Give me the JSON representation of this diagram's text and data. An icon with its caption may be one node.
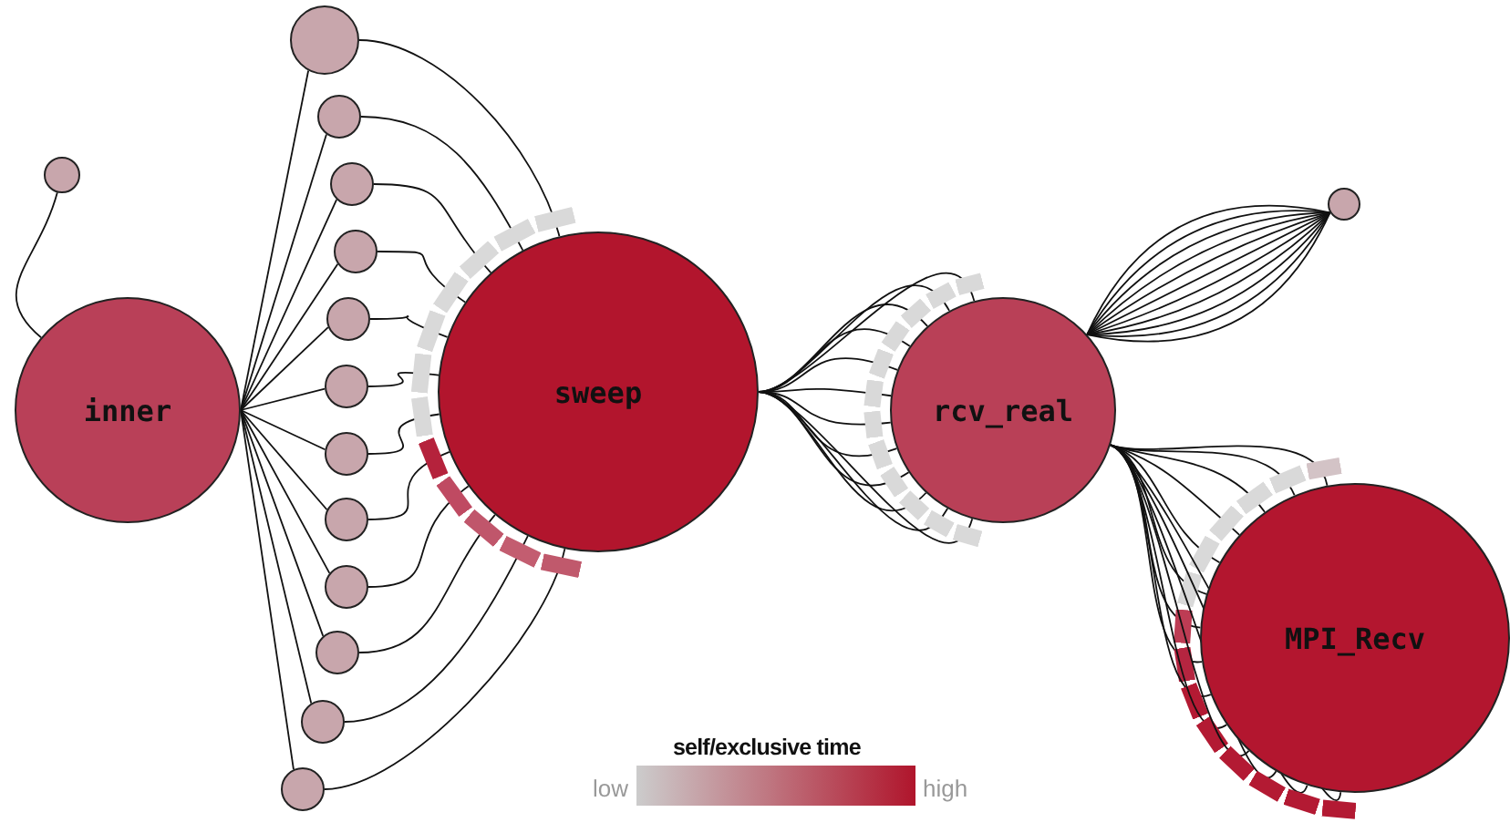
{
  "diagram": {
    "nodes": [
      {
        "text": [],
        "shape": "circle"
      },
      {
        "text": [
          "inner"
        ]
      },
      {
        "text": [],
        "shape": "circle"
      },
      {
        "text": [],
        "shape": "circle"
      },
      {
        "text": [],
        "shape": "circle"
      },
      {
        "text": [],
        "shape": "circle"
      },
      {
        "text": [],
        "shape": "circle"
      },
      {
        "text": [],
        "shape": "circle"
      },
      {
        "text": [],
        "shape": "circle"
      },
      {
        "text": [],
        "shape": "circle"
      },
      {
        "text": [],
        "shape": "circle"
      },
      {
        "text": [],
        "shape": "circle"
      },
      {
        "text": [],
        "shape": "circle"
      },
      {
        "text": [],
        "shape": "circle"
      },
      {
        "text": [
          "sweep"
        ]
      },
      {
        "text": [
          "rcv_real"
        ]
      },
      {
        "text": [],
        "shape": "circle"
      },
      {
        "text": [
          "MPI_Recv"
        ]
      }
    ],
    "edges": [
      {
        "from": 0,
        "to": 1,
        "arrow": "none"
      },
      {
        "from": 1,
        "to": 2,
        "arrow": "none"
      },
      {
        "from": 1,
        "to": 3,
        "arrow": "none"
      },
      {
        "from": 1,
        "to": 4,
        "arrow": "none"
      },
      {
        "from": 1,
        "to": 5,
        "arrow": "none"
      },
      {
        "from": 1,
        "to": 6,
        "arrow": "none"
      },
      {
        "from": 1,
        "to": 7,
        "arrow": "none"
      },
      {
        "from": 1,
        "to": 8,
        "arrow": "none"
      },
      {
        "from": 1,
        "to": 9,
        "arrow": "none"
      },
      {
        "from": 1,
        "to": 10,
        "arrow": "none"
      },
      {
        "from": 1,
        "to": 11,
        "arrow": "none"
      },
      {
        "from": 1,
        "to": 12,
        "arrow": "none"
      },
      {
        "from": 1,
        "to": 13,
        "arrow": "none"
      },
      {
        "from": 2,
        "to": 14,
        "arrow": "other"
      },
      {
        "from": 3,
        "to": 14,
        "arrow": "other"
      },
      {
        "from": 4,
        "to": 14,
        "arrow": "other"
      },
      {
        "from": 5,
        "to": 14,
        "arrow": "other"
      },
      {
        "from": 6,
        "to": 14,
        "arrow": "other"
      },
      {
        "from": 7,
        "to": 14,
        "arrow": "other"
      },
      {
        "from": 8,
        "to": 14,
        "arrow": "other"
      },
      {
        "from": 9,
        "to": 14,
        "arrow": "other"
      },
      {
        "from": 10,
        "to": 14,
        "arrow": "other"
      },
      {
        "from": 11,
        "to": 14,
        "arrow": "other"
      },
      {
        "from": 12,
        "to": 14,
        "arrow": "other"
      },
      {
        "from": 13,
        "to": 14,
        "arrow": "other"
      },
      {
        "from": 14,
        "to": 15,
        "arrow": "other"
      },
      {
        "from": 14,
        "to": 15,
        "arrow": "other"
      },
      {
        "from": 14,
        "to": 15,
        "arrow": "other"
      },
      {
        "from": 14,
        "to": 15,
        "arrow": "other"
      },
      {
        "from": 14,
        "to": 15,
        "arrow": "other"
      },
      {
        "from": 14,
        "to": 15,
        "arrow": "other"
      },
      {
        "from": 14,
        "to": 15,
        "arrow": "other"
      },
      {
        "from": 14,
        "to": 15,
        "arrow": "other"
      },
      {
        "from": 14,
        "to": 15,
        "arrow": "other"
      },
      {
        "from": 14,
        "to": 15,
        "arrow": "other"
      },
      {
        "from": 14,
        "to": 15,
        "arrow": "other"
      },
      {
        "from": 14,
        "to": 15,
        "arrow": "other"
      },
      {
        "from": 15,
        "to": 16,
        "arrow": "none"
      },
      {
        "from": 15,
        "to": 16,
        "arrow": "none"
      },
      {
        "from": 15,
        "to": 16,
        "arrow": "none"
      },
      {
        "from": 15,
        "to": 16,
        "arrow": "none"
      },
      {
        "from": 15,
        "to": 16,
        "arrow": "none"
      },
      {
        "from": 15,
        "to": 16,
        "arrow": "none"
      },
      {
        "from": 15,
        "to": 16,
        "arrow": "none"
      },
      {
        "from": 15,
        "to": 16,
        "arrow": "none"
      },
      {
        "from": 15,
        "to": 16,
        "arrow": "none"
      },
      {
        "from": 15,
        "to": 16,
        "arrow": "none"
      },
      {
        "from": 15,
        "to": 16,
        "arrow": "none"
      },
      {
        "from": 15,
        "to": 17,
        "arrow": "other"
      },
      {
        "from": 15,
        "to": 17,
        "arrow": "other"
      },
      {
        "from": 15,
        "to": 17,
        "arrow": "other"
      },
      {
        "from": 15,
        "to": 17,
        "arrow": "other"
      },
      {
        "from": 15,
        "to": 17,
        "arrow": "other"
      },
      {
        "from": 15,
        "to": 17,
        "arrow": "other"
      },
      {
        "from": 15,
        "to": 17,
        "arrow": "other"
      },
      {
        "from": 15,
        "to": 17,
        "arrow": "other"
      },
      {
        "from": 15,
        "to": 17,
        "arrow": "other"
      },
      {
        "from": 15,
        "to": 17,
        "arrow": "other"
      },
      {
        "from": 15,
        "to": 17,
        "arrow": "other"
      },
      {
        "from": 15,
        "to": 17,
        "arrow": "other"
      },
      {
        "from": 15,
        "to": 17,
        "arrow": "other"
      },
      {
        "from": 15,
        "to": 17,
        "arrow": "other"
      }
    ],
    "labels": [
      "self/exclusive time"
    ],
    "legend": [
      {
        "text": "low",
        "color": "#cccccc"
      },
      {
        "text": "high",
        "color": "#b0152c"
      }
    ]
  }
}
